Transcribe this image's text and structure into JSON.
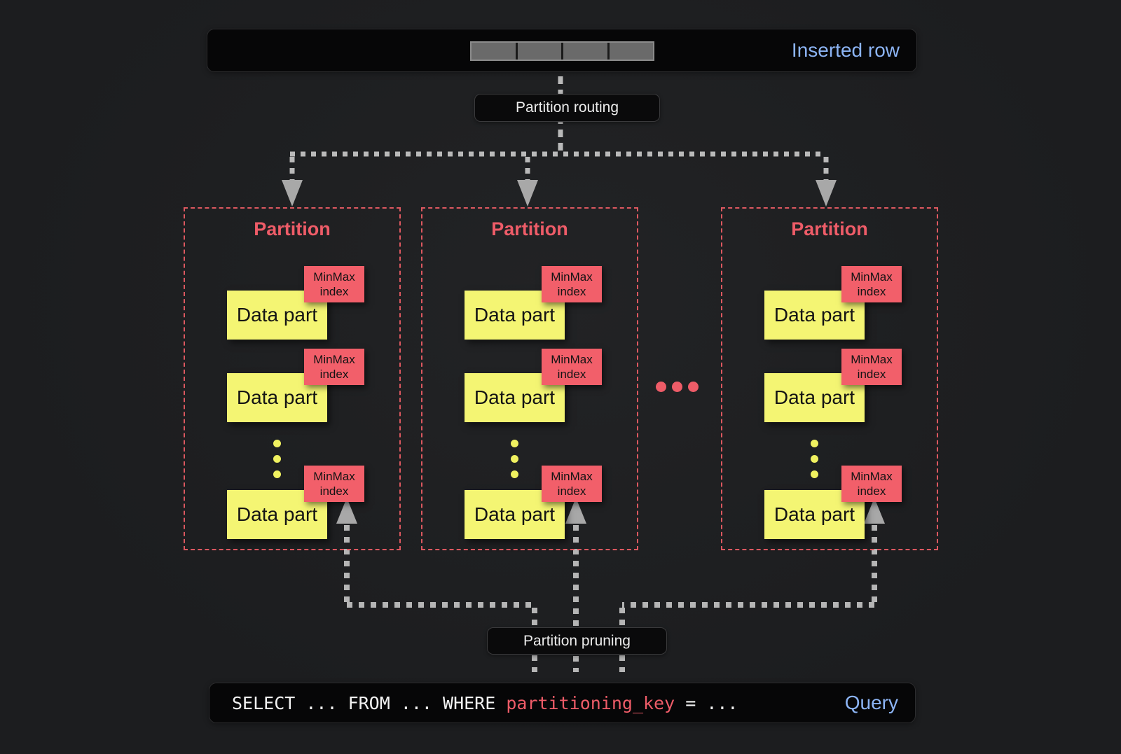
{
  "colors": {
    "background": "#1e1f21",
    "dark_box_bg": "#060607",
    "accent_blue": "#8cb4f4",
    "accent_red": "#ee5c68",
    "partition_border_red": "#dd5860",
    "data_part_yellow": "#f4f573",
    "minmax_tag_red": "#f25f6a",
    "arrow_gray": "#b5b5b5",
    "bar_cell_gray": "#6a6a6a"
  },
  "inserted_row": {
    "label": "Inserted row",
    "cell_count": 4
  },
  "routing": {
    "label": "Partition routing"
  },
  "pruning": {
    "label": "Partition pruning"
  },
  "partitions": [
    {
      "title": "Partition",
      "parts": [
        {
          "label": "Data part",
          "index_label": "MinMax index"
        },
        {
          "label": "Data part",
          "index_label": "MinMax index"
        },
        {
          "label": "Data part",
          "index_label": "MinMax index"
        }
      ]
    },
    {
      "title": "Partition",
      "parts": [
        {
          "label": "Data part",
          "index_label": "MinMax index"
        },
        {
          "label": "Data part",
          "index_label": "MinMax index"
        },
        {
          "label": "Data part",
          "index_label": "MinMax index"
        }
      ]
    },
    {
      "title": "Partition",
      "parts": [
        {
          "label": "Data part",
          "index_label": "MinMax index"
        },
        {
          "label": "Data part",
          "index_label": "MinMax index"
        },
        {
          "label": "Data part",
          "index_label": "MinMax index"
        }
      ]
    }
  ],
  "query": {
    "before": "SELECT ... FROM ... WHERE ",
    "key": "partitioning_key",
    "after": " = ...",
    "label": "Query"
  }
}
